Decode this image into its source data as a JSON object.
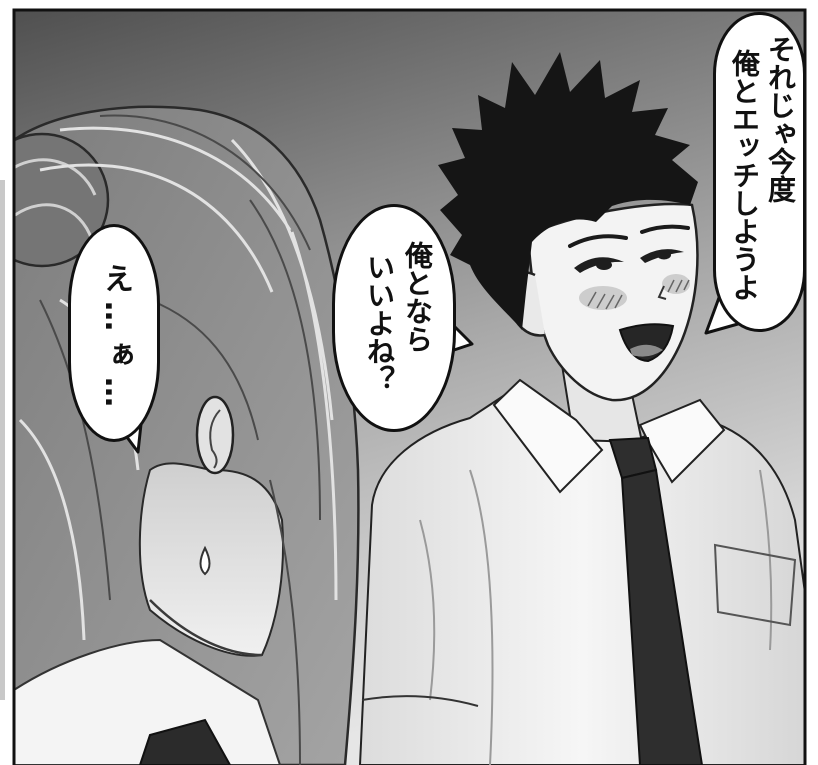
{
  "colors": {
    "background_top": "#505050",
    "background_bottom": "#e6e6e6",
    "ink": "#111111",
    "bubble_fill": "#ffffff",
    "tie": "#2e2e2e"
  },
  "bubbles": {
    "boy_first": {
      "lines": [
        "それじゃ今度",
        "俺とエッチしようよ"
      ]
    },
    "boy_second": {
      "lines": [
        "俺となら",
        "いいよね？"
      ]
    },
    "girl": {
      "lines": [
        "え…ぁ…"
      ]
    }
  }
}
